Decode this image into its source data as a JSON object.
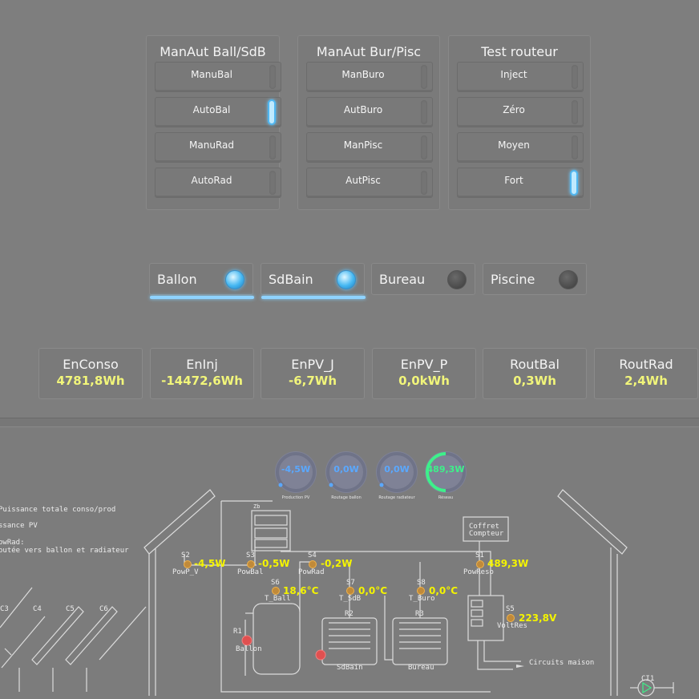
{
  "groups": [
    {
      "title": "ManAut Ball/SdB",
      "switches": [
        {
          "label": "ManuBal",
          "on": false
        },
        {
          "label": "AutoBal",
          "on": true
        },
        {
          "label": "ManuRad",
          "on": false
        },
        {
          "label": "AutoRad",
          "on": false
        }
      ]
    },
    {
      "title": "ManAut Bur/Pisc",
      "switches": [
        {
          "label": "ManBuro",
          "on": false
        },
        {
          "label": "AutBuro",
          "on": false
        },
        {
          "label": "ManPisc",
          "on": false
        },
        {
          "label": "AutPisc",
          "on": false
        }
      ]
    },
    {
      "title": "Test routeur",
      "switches": [
        {
          "label": "Inject",
          "on": false
        },
        {
          "label": "Zéro",
          "on": false
        },
        {
          "label": "Moyen",
          "on": false
        },
        {
          "label": "Fort",
          "on": true
        }
      ]
    }
  ],
  "circuits": [
    {
      "label": "Ballon",
      "on": true
    },
    {
      "label": "SdBain",
      "on": true
    },
    {
      "label": "Bureau",
      "on": false
    },
    {
      "label": "Piscine",
      "on": false
    }
  ],
  "metrics": [
    {
      "title": "EnConso",
      "value": "4781,8Wh"
    },
    {
      "title": "EnInj",
      "value": "-14472,6Wh"
    },
    {
      "title": "EnPV_J",
      "value": "-6,7Wh"
    },
    {
      "title": "EnPV_P",
      "value": "0,0kWh"
    },
    {
      "title": "RoutBal",
      "value": "0,3Wh"
    },
    {
      "title": "RoutRad",
      "value": "2,4Wh"
    }
  ],
  "gauges": [
    {
      "value": "-4,5W",
      "caption": "Production PV",
      "color": "#5aa8ff",
      "fill": 0.0
    },
    {
      "value": "0,0W",
      "caption": "Routage ballon",
      "color": "#5aa8ff",
      "fill": 0.0
    },
    {
      "value": "0,0W",
      "caption": "Routage radiateur",
      "color": "#5aa8ff",
      "fill": 0.0
    },
    {
      "value": "489,3W",
      "caption": "Réseau",
      "color": "#3ef08a",
      "fill": 0.5
    }
  ],
  "schema": {
    "notes": [
      "Puissance totale conso/prod",
      "ssance PV",
      "owRad:",
      "outée vers ballon et radiateur"
    ],
    "coffret": [
      "Coffret",
      "Compteur"
    ],
    "panels": [
      "C3",
      "C4",
      "C5",
      "C6"
    ],
    "sensors": [
      {
        "id": "S2",
        "name": "PowP_V",
        "value": "-4,5W"
      },
      {
        "id": "S3",
        "name": "PowBal",
        "value": "-0,5W"
      },
      {
        "id": "S4",
        "name": "PowRad",
        "value": "-0,2W"
      },
      {
        "id": "S1",
        "name": "PowReso",
        "value": "489,3W"
      },
      {
        "id": "S6",
        "name": "T_Ball",
        "value": "18,6°C"
      },
      {
        "id": "S7",
        "name": "T_SdB",
        "value": "0,0°C"
      },
      {
        "id": "S8",
        "name": "T_Buro",
        "value": "0,0°C"
      },
      {
        "id": "S5",
        "name": "VoltRes",
        "value": "223,8V"
      }
    ],
    "equipment": {
      "ballon": "Ballon",
      "r1": "R1",
      "r2": "R2",
      "r3": "R3",
      "sdbain": "SdBain",
      "bureau": "Bureau",
      "zb": "Zb",
      "circuits": "Circuits maison",
      "ci1": "CI1"
    }
  }
}
